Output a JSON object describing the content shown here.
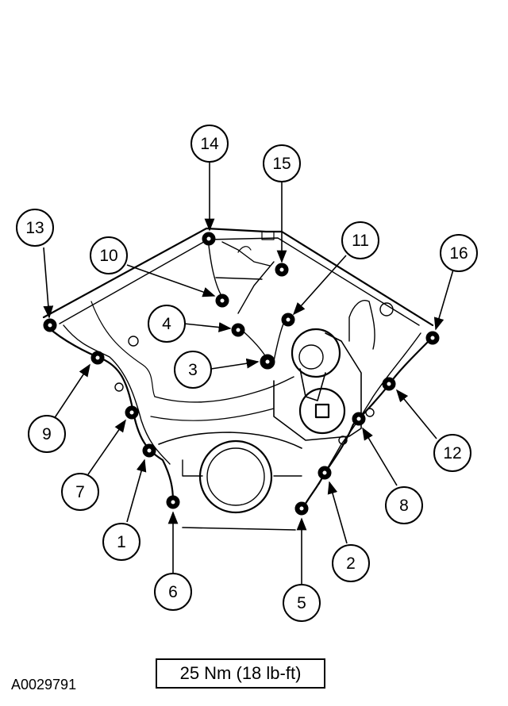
{
  "diagram": {
    "figure_id": "A0029791",
    "torque_spec": "25 Nm (18 lb-ft)",
    "callouts": [
      "1",
      "2",
      "3",
      "4",
      "5",
      "6",
      "7",
      "8",
      "9",
      "10",
      "11",
      "12",
      "13",
      "14",
      "15",
      "16"
    ]
  }
}
